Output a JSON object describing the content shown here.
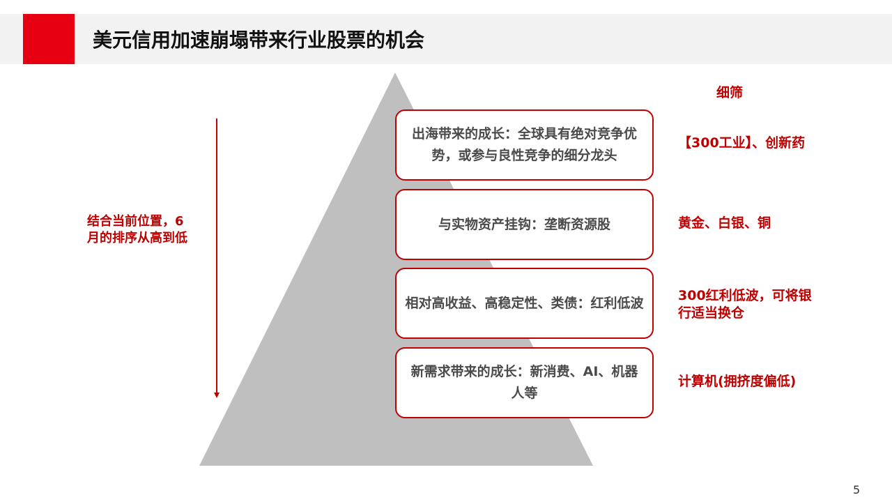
{
  "header": {
    "title": "美元信用加速崩塌带来行业股票的机会"
  },
  "left_note": {
    "text": "结合当前位置，6月的排序从高到低"
  },
  "filter_head": {
    "text": "细筛"
  },
  "tiers": [
    {
      "text": "出海带来的成长：全球具有绝对竞争优势，或参与良性竞争的细分龙头",
      "note": "【300工业】、创新药"
    },
    {
      "text": "与实物资产挂钩：垄断资源股",
      "note": "黄金、白银、铜"
    },
    {
      "text": "相对高收益、高稳定性、类债：红利低波",
      "note": "300红利低波，可将银行适当换仓"
    },
    {
      "text": "新需求带来的成长：新消费、AI、机器人等",
      "note": "计算机(拥挤度偏低)"
    }
  ],
  "page_number": "5",
  "colors": {
    "accent_red": "#e60012",
    "text_red": "#c00000",
    "pyramid_gray": "#bfbfbf",
    "header_gray": "#f2f2f2"
  }
}
